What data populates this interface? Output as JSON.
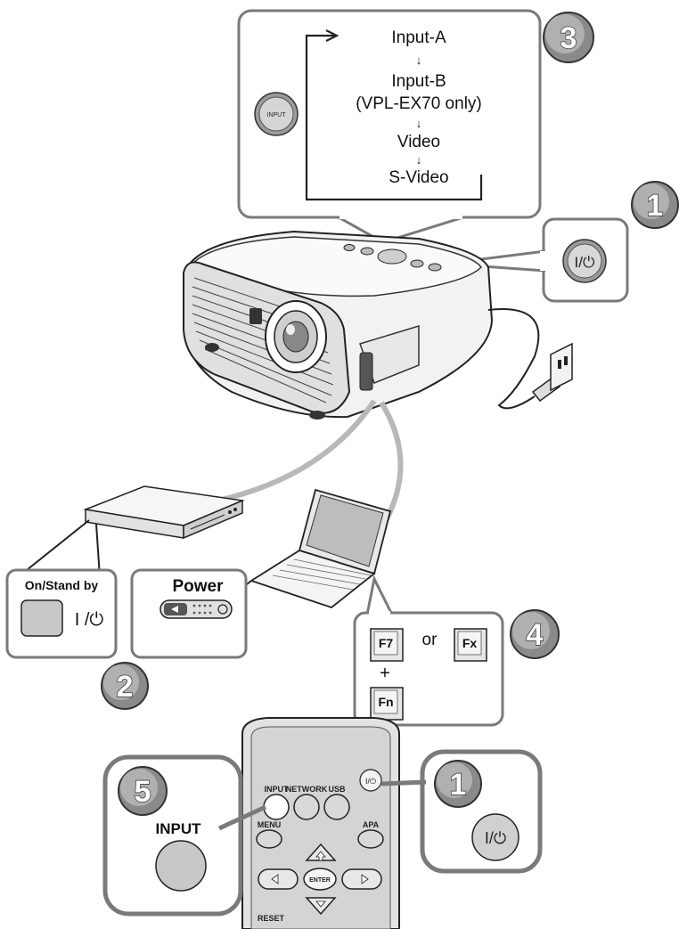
{
  "steps": {
    "step1": "1",
    "step2": "2",
    "step3": "3",
    "step4": "4",
    "step5": "5"
  },
  "input_panel": {
    "button_label": "INPUT",
    "sequence": [
      "Input-A",
      "Input-B",
      "(VPL-EX70 only)",
      "Video",
      "S-Video"
    ],
    "arrow_glyph": "↓"
  },
  "power_panel": {
    "symbol": "I/⏻"
  },
  "player_panel": {
    "title": "On/Stand by",
    "symbol": "I /⏻"
  },
  "laptop_panel": {
    "title": "Power"
  },
  "key_panel": {
    "key_f7": "F7",
    "or_text": "or",
    "key_fx": "Fx",
    "plus_text": "+",
    "key_fn": "Fn"
  },
  "remote": {
    "power_label": "I/⏻",
    "row_labels": [
      "INPUT",
      "NETWORK",
      "USB"
    ],
    "menu_label": "MENU",
    "apa_label": "APA",
    "enter_label": "ENTER",
    "reset_label": "RESET"
  },
  "input_callout": {
    "label": "INPUT"
  },
  "power_callout": {
    "symbol": "I/⏻"
  }
}
